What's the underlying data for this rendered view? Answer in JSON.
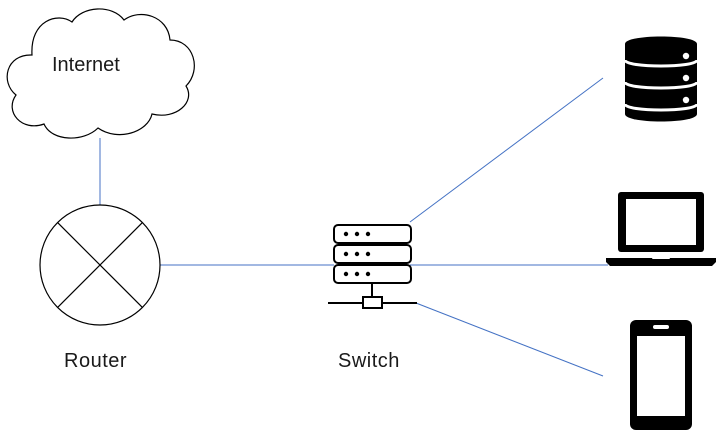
{
  "nodes": {
    "internet": {
      "label": "Internet",
      "icon": "cloud-icon"
    },
    "router": {
      "label": "Router",
      "icon": "router-icon"
    },
    "switch": {
      "label": "Switch",
      "icon": "switch-icon"
    },
    "database": {
      "icon": "database-server-icon"
    },
    "laptop": {
      "icon": "laptop-icon"
    },
    "phone": {
      "icon": "smartphone-icon"
    }
  },
  "colors": {
    "link": "#4472c4",
    "outline": "#000000",
    "fill": "#ffffff"
  }
}
